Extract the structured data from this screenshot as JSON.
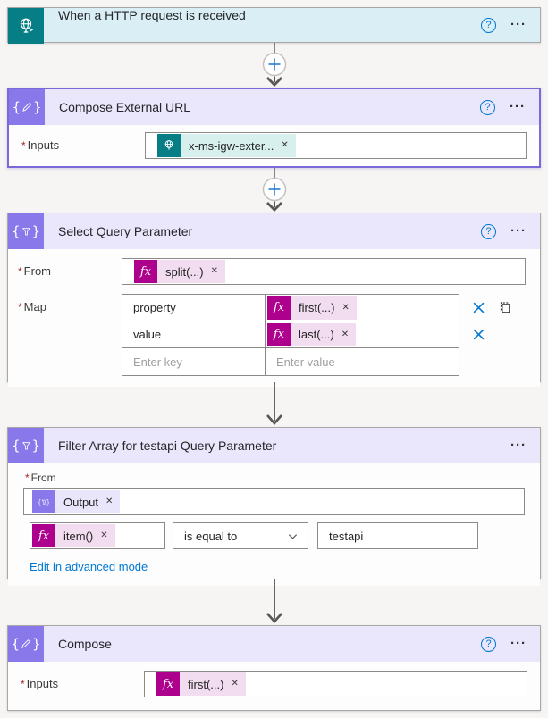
{
  "header_actions": {
    "help": "?",
    "menu": "···"
  },
  "required_mark": "*",
  "tokens": {
    "fx_glyph": "fx",
    "remove": "✕"
  },
  "trigger": {
    "title": "When a HTTP request is received"
  },
  "compose_external_url": {
    "title": "Compose External URL",
    "inputs_label": "Inputs",
    "token": "x-ms-igw-exter..."
  },
  "select_query_parameter": {
    "title": "Select Query Parameter",
    "from_label": "From",
    "from_token": "split(...)",
    "map_label": "Map",
    "map_rows": [
      {
        "key": "property",
        "value": "first(...)"
      },
      {
        "key": "value",
        "value": "last(...)"
      }
    ],
    "key_placeholder": "Enter key",
    "value_placeholder": "Enter value"
  },
  "filter_array": {
    "title": "Filter Array for testapi Query Parameter",
    "from_label": "From",
    "from_token": "Output",
    "condition_left_token": "item()",
    "operator": "is equal to",
    "condition_value": "testapi",
    "advanced_mode_link": "Edit in advanced mode"
  },
  "compose": {
    "title": "Compose",
    "inputs_label": "Inputs",
    "token": "first(...)"
  },
  "colors": {
    "teal": "#077d85",
    "purple": "#8878e9",
    "selected_border": "#7b68d9",
    "magenta": "#ad008c",
    "link_blue": "#0078d4",
    "trigger_header_bg": "#d9eef5",
    "purple_header_bg": "#eae6fb",
    "fx_token_bg": "#f2dcf0",
    "http_token_bg": "#d7f0ed",
    "output_token_bg": "#e9e5fb"
  }
}
